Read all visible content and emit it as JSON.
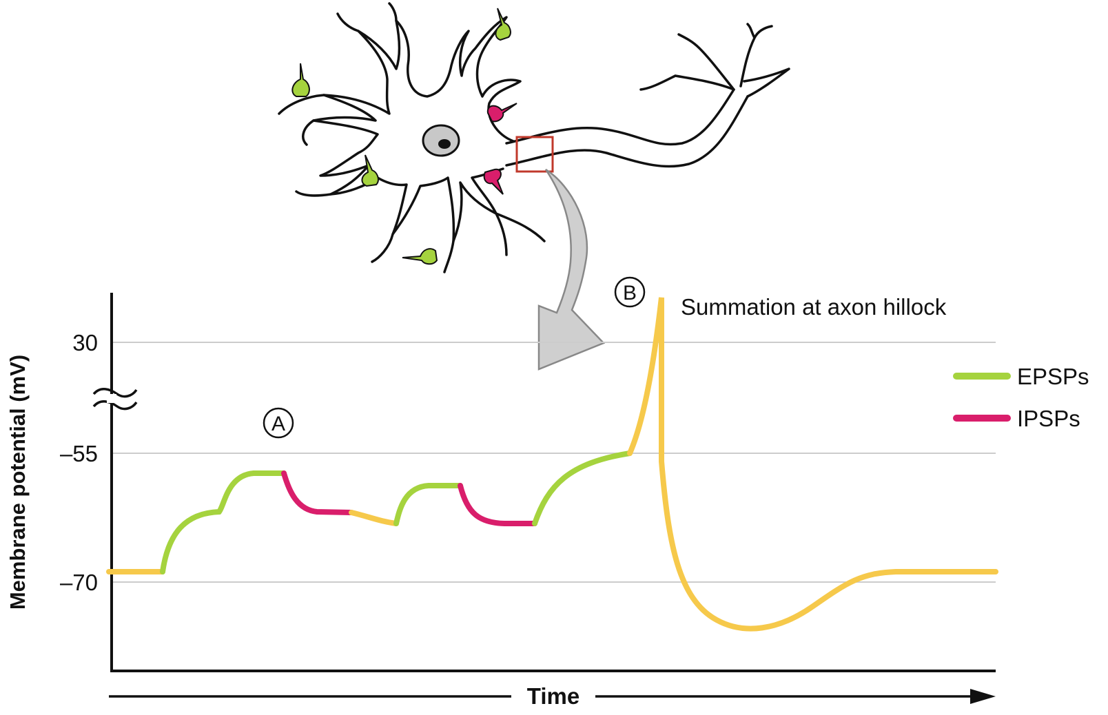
{
  "chart_data": {
    "type": "line",
    "ylabel": "Membrane potential (mV)",
    "xlabel": "Time",
    "y_ticks": [
      "30",
      "–55",
      "–70"
    ],
    "annotation": "Summation at axon hillock",
    "markers": [
      "A",
      "B"
    ],
    "legend": [
      {
        "label": "EPSPs",
        "color": "#a5d33e"
      },
      {
        "label": "IPSPs",
        "color": "#d91e6b"
      }
    ],
    "baseline_color": "#f6c94b",
    "grid": true
  }
}
